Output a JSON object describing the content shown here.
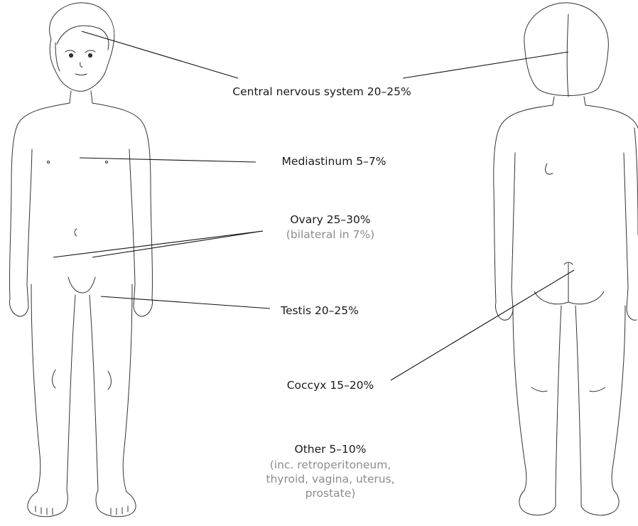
{
  "sites": {
    "cns": {
      "label": "Central nervous system 20–25%"
    },
    "mediastinum": {
      "label": "Mediastinum 5–7%"
    },
    "ovary": {
      "label": "Ovary 25–30%",
      "note": "(bilateral in 7%)"
    },
    "testis": {
      "label": "Testis 20–25%"
    },
    "coccyx": {
      "label": "Coccyx 15–20%"
    },
    "other": {
      "label": "Other 5–10%",
      "note_lines": [
        "(inc. retroperitoneum,",
        "thyroid, vagina, uterus,",
        "prostate)"
      ]
    }
  },
  "colors": {
    "text": "#1a1a1a",
    "note": "#8c8c8c",
    "line": "#111111",
    "figure": "#333333"
  }
}
